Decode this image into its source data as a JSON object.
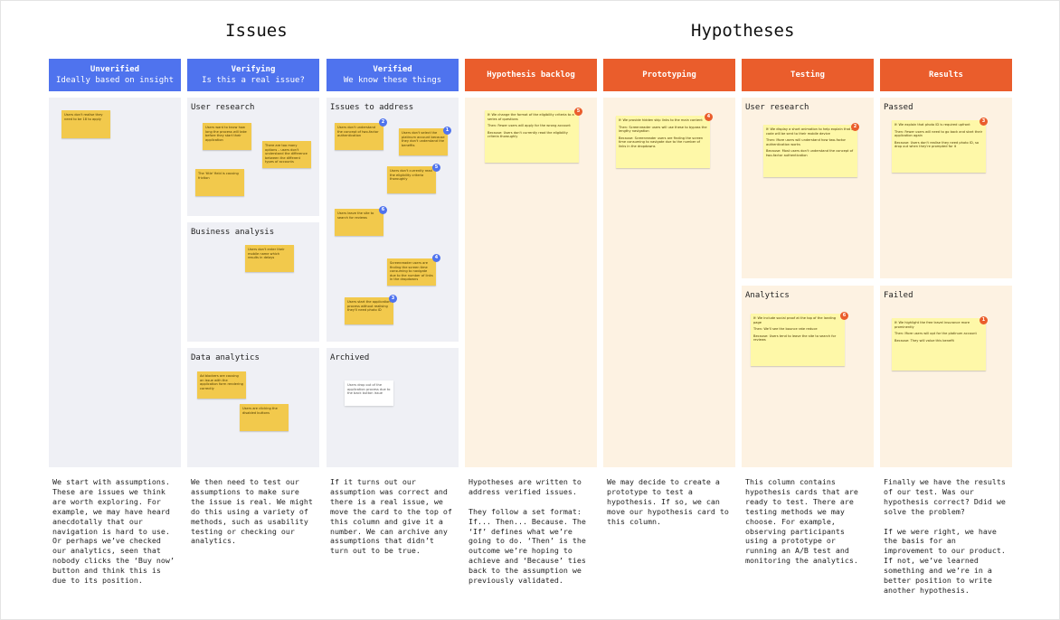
{
  "sections": {
    "issues": "Issues",
    "hypotheses": "Hypotheses"
  },
  "columns": [
    {
      "title": "Unverified",
      "subtitle": "Ideally based on insight"
    },
    {
      "title": "Verifying",
      "subtitle": "Is this a real issue?"
    },
    {
      "title": "Verified",
      "subtitle": "We know these things"
    },
    {
      "title": "Hypothesis backlog",
      "subtitle": ""
    },
    {
      "title": "Prototyping",
      "subtitle": ""
    },
    {
      "title": "Testing",
      "subtitle": ""
    },
    {
      "title": "Results",
      "subtitle": ""
    }
  ],
  "panels": {
    "user_research": "User research",
    "business_analysis": "Business analysis",
    "data_analytics": "Data analytics",
    "issues_to_address": "Issues to address",
    "archived": "Archived",
    "testing_user_research": "User research",
    "testing_analytics": "Analytics",
    "passed": "Passed",
    "failed": "Failed"
  },
  "notes": {
    "unverified_1": "Users don't realise they need to be 18 to apply",
    "ur_1": "Users want to know how long the process will take before they start their application",
    "ur_2": "There are too many options – users don't understand the difference between the different types of accounts",
    "ur_3": "The 'title' field is causing friction",
    "ba_1": "Users don't enter their mobile name which results in delays",
    "da_1": "Ad blockers are causing an issue with the application form rendering correctly",
    "da_2": "Users are clicking the disabled buttons",
    "ita_1": "Users don't understand the concept of two-factor authentication",
    "ita_2": "Users don't select the platinum account because they don't understand the benefits",
    "ita_3": "Users don't currently read the eligibility criteria thoroughly",
    "ita_4": "Users leave the site to search for reviews",
    "ita_5": "Screenreader users are finding the screen time consuming to navigate due to the number of links in the dropdowns",
    "ita_6": "Users start the application process without realising they'll need photo ID",
    "archived_1": "Users drop out of the application process due to the back button issue",
    "hb_if": "If: We change the format of the eligibility criteria to a series of questions",
    "hb_then": "Then: Fewer users will apply for the wrong account",
    "hb_because": "Because: Users don't currently read the eligibility criteria thoroughly",
    "pr_if": "If: We provide hidden skip links to the main content",
    "pr_then": "Then: Screenreader users will use these to bypass the lengthy navigation",
    "pr_because": "Because: Screenreader users are finding the screen time consuming to navigate due to the number of links in the dropdowns",
    "tur_if": "If: We display a short animation to help explain that a code will be sent to their mobile device",
    "tur_then": "Then: More users will understand how two-factor authentication works",
    "tur_because": "Because: Most users don't understand the concept of two-factor authentication",
    "tan_if": "If: We include social proof at the top of the landing page",
    "tan_then": "Then: We'll see the bounce rate reduce",
    "tan_because": "Because: Users tend to leave the site to search for reviews",
    "pass_if": "If: We explain that photo ID is required upfront",
    "pass_then": "Then: Fewer users will need to go back and start their application again",
    "pass_because": "Because: Users don't realise they need photo ID, so drop out when they're prompted for it",
    "fail_if": "If: We highlight the free travel insurance more prominently",
    "fail_then": "Then: More users will opt for the platinum account",
    "fail_because": "Because: They will value this benefit"
  },
  "badges": {
    "ita_1": "2",
    "ita_2": "1",
    "ita_3": "5",
    "ita_4": "6",
    "ita_5": "4",
    "ita_6": "3",
    "hb": "5",
    "pr": "4",
    "tur": "2",
    "tan": "6",
    "pass": "3",
    "fail": "1"
  },
  "descriptions": [
    "We start with assumptions.\nThese are issues we think\nare worth exploring. For\nexample, we may have heard\nanecdotally that our\nnavigation is hard to use.\nOr perhaps we’ve checked\nour analytics, seen that\nnobody clicks the ‘Buy now’\nbutton and think this is\ndue to its position.",
    "We then need to test our\nassumptions to make sure\nthe issue is real. We might\ndo this using a variety of\nmethods, such as usability\ntesting or checking our\nanalytics.",
    "If it turns out our\nassumption was correct and\nthere is a real issue, we\nmove the card to the top of\nthis column and give it a\nnumber. We can archive any\nassumptions that didn’t\nturn out to be true.",
    "Hypotheses are written to\naddress verified issues.\n\nThey follow a set format:\nIf... Then... Because. The\n‘If’ defines what we’re\ngoing to do. ‘Then’ is the\noutcome we’re hoping to\nachieve and ‘Because’ ties\nback to the assumption we\npreviously validated.",
    "We may decide to create a\nprototype to test a\nhypothesis. If so, we can\nmove our hypothesis card to\nthis column.",
    "This column contains\nhypothesis cards that are\nready to test. There are\ntesting methods we may\nchoose. For example,\nobserving participants\nusing a prototype or\nrunning an A/B test and\nmonitoring the analytics.",
    "Finally we have the results\nof our test. Was our\nhypothesis correct? Ddid we\nsolve the problem?\n\nIf we were right, we have\nthe basis for an\nimprovement to our product.\nIf not, we’ve learned\nsomething and we’re in a\nbetter position to write\nanother hypothesis."
  ],
  "colors": {
    "blue": "#4f73ee",
    "orange": "#ea5d2c",
    "grey_panel": "#eff0f5",
    "cream_panel": "#fdf2e2",
    "sticky_yellow": "#f2c94c",
    "sticky_pale": "#fef8a8"
  }
}
